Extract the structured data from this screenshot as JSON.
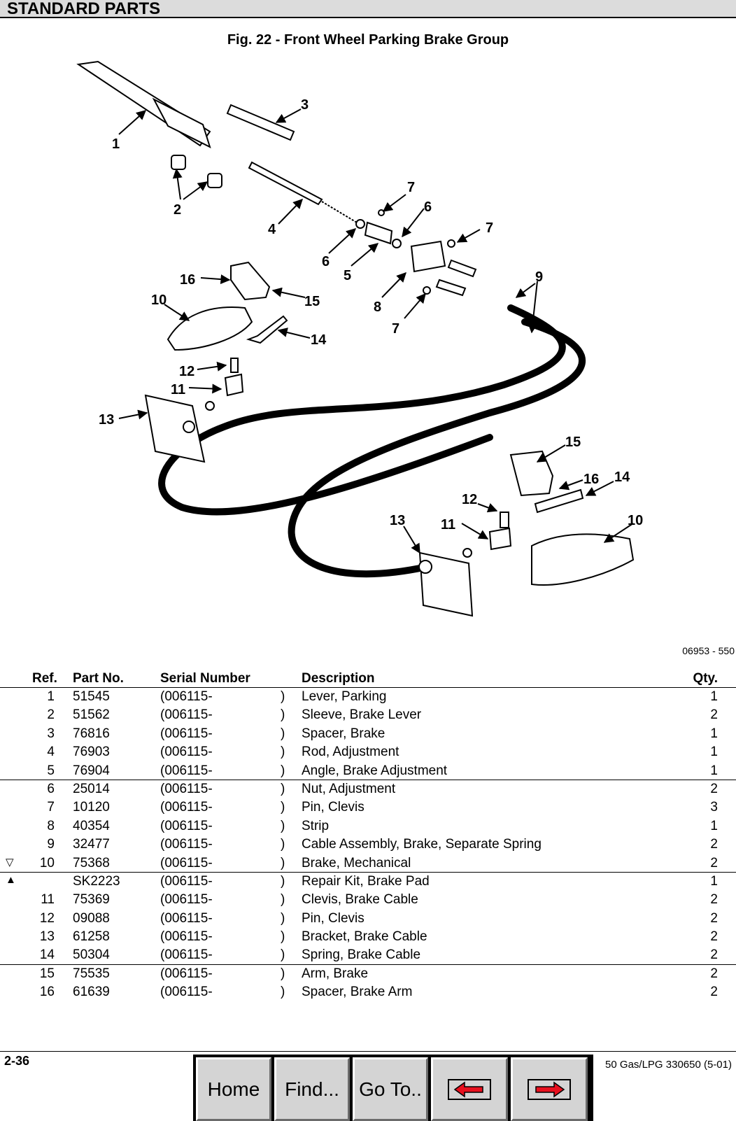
{
  "header": {
    "section_title": "STANDARD PARTS"
  },
  "figure": {
    "title": "Fig. 22 - Front Wheel Parking Brake Group",
    "code": "06953 - 550",
    "callouts": [
      "1",
      "2",
      "3",
      "4",
      "5",
      "6",
      "6",
      "7",
      "7",
      "7",
      "8",
      "9",
      "10",
      "10",
      "11",
      "11",
      "12",
      "12",
      "13",
      "13",
      "14",
      "14",
      "15",
      "15",
      "16",
      "16"
    ]
  },
  "table": {
    "headers": {
      "ref": "Ref.",
      "part_no": "Part No.",
      "serial": "Serial Number",
      "description": "Description",
      "qty": "Qty."
    },
    "rows": [
      {
        "mark": "",
        "ref": "1",
        "part_no": "51545",
        "serial": "(006115-",
        "paren": ")",
        "description": "Lever, Parking",
        "qty": "1"
      },
      {
        "mark": "",
        "ref": "2",
        "part_no": "51562",
        "serial": "(006115-",
        "paren": ")",
        "description": "Sleeve, Brake Lever",
        "qty": "2"
      },
      {
        "mark": "",
        "ref": "3",
        "part_no": "76816",
        "serial": "(006115-",
        "paren": ")",
        "description": "Spacer, Brake",
        "qty": "1"
      },
      {
        "mark": "",
        "ref": "4",
        "part_no": "76903",
        "serial": "(006115-",
        "paren": ")",
        "description": "Rod, Adjustment",
        "qty": "1"
      },
      {
        "mark": "",
        "ref": "5",
        "part_no": "76904",
        "serial": "(006115-",
        "paren": ")",
        "description": "Angle, Brake Adjustment",
        "qty": "1"
      },
      {
        "mark": "",
        "ref": "6",
        "part_no": "25014",
        "serial": "(006115-",
        "paren": ")",
        "description": "Nut, Adjustment",
        "qty": "2"
      },
      {
        "mark": "",
        "ref": "7",
        "part_no": "10120",
        "serial": "(006115-",
        "paren": ")",
        "description": "Pin, Clevis",
        "qty": "3"
      },
      {
        "mark": "",
        "ref": "8",
        "part_no": "40354",
        "serial": "(006115-",
        "paren": ")",
        "description": "Strip",
        "qty": "1"
      },
      {
        "mark": "",
        "ref": "9",
        "part_no": "32477",
        "serial": "(006115-",
        "paren": ")",
        "description": "Cable Assembly, Brake, Separate Spring",
        "qty": "2"
      },
      {
        "mark": "▽",
        "ref": "10",
        "part_no": "75368",
        "serial": "(006115-",
        "paren": ")",
        "description": "Brake, Mechanical",
        "qty": "2"
      },
      {
        "mark": "▲",
        "ref": "",
        "part_no": "SK2223",
        "serial": "(006115-",
        "paren": ")",
        "description": "Repair Kit, Brake Pad",
        "qty": "1"
      },
      {
        "mark": "",
        "ref": "11",
        "part_no": "75369",
        "serial": "(006115-",
        "paren": ")",
        "description": "Clevis, Brake Cable",
        "qty": "2"
      },
      {
        "mark": "",
        "ref": "12",
        "part_no": "09088",
        "serial": "(006115-",
        "paren": ")",
        "description": "Pin, Clevis",
        "qty": "2"
      },
      {
        "mark": "",
        "ref": "13",
        "part_no": "61258",
        "serial": "(006115-",
        "paren": ")",
        "description": "Bracket, Brake Cable",
        "qty": "2"
      },
      {
        "mark": "",
        "ref": "14",
        "part_no": "50304",
        "serial": "(006115-",
        "paren": ")",
        "description": "Spring, Brake Cable",
        "qty": "2"
      },
      {
        "mark": "",
        "ref": "15",
        "part_no": "75535",
        "serial": "(006115-",
        "paren": ")",
        "description": "Arm, Brake",
        "qty": "2"
      },
      {
        "mark": "",
        "ref": "16",
        "part_no": "61639",
        "serial": "(006115-",
        "paren": ")",
        "description": "Spacer, Brake Arm",
        "qty": "2"
      }
    ]
  },
  "footer": {
    "page_number": "2-36",
    "publication": "50 Gas/LPG 330650 (5-01)"
  },
  "navigation": {
    "home_label": "Home",
    "find_label": "Find...",
    "goto_label": "Go To..",
    "back_icon": "left-arrow-icon",
    "forward_icon": "right-arrow-icon",
    "arrow_color": "#e8101e"
  }
}
